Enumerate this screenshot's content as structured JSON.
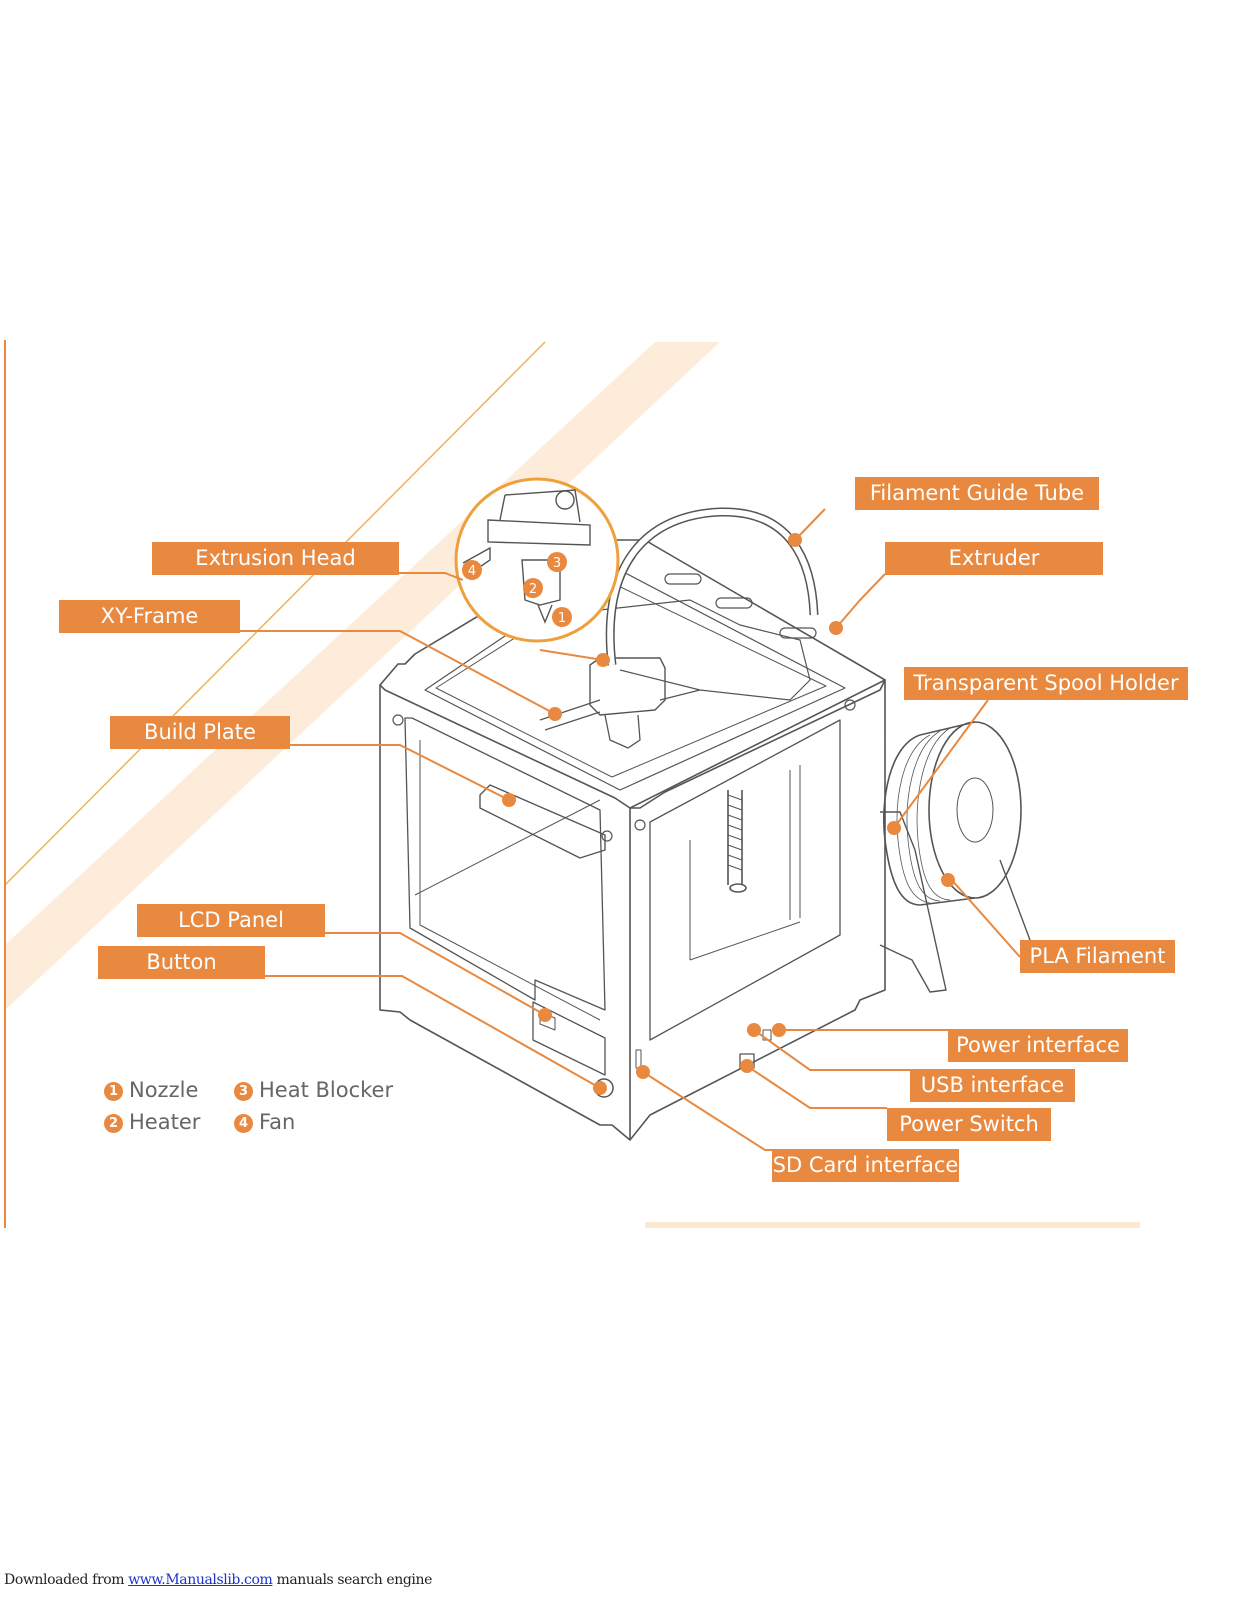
{
  "labels": {
    "filament_guide_tube": "Filament Guide Tube",
    "extrusion_head": "Extrusion Head",
    "extruder": "Extruder",
    "xy_frame": "XY-Frame",
    "transparent_spool_holder": "Transparent Spool Holder",
    "build_plate": "Build Plate",
    "lcd_panel": "LCD Panel",
    "button": "Button",
    "pla_filament": "PLA Filament",
    "power_interface": "Power interface",
    "usb_interface": "USB interface",
    "power_switch": "Power Switch",
    "sd_card_interface": "SD Card interface"
  },
  "legend": [
    {
      "num": "1",
      "text": "Nozzle"
    },
    {
      "num": "3",
      "text": "Heat Blocker"
    },
    {
      "num": "2",
      "text": "Heater"
    },
    {
      "num": "4",
      "text": "Fan"
    }
  ],
  "callout_numbers": [
    "1",
    "2",
    "3",
    "4"
  ],
  "footer": {
    "prefix": "Downloaded from ",
    "link": "www.Manualslib.com",
    "suffix": "  manuals search engine"
  },
  "colors": {
    "accent": "#e8893f",
    "accent_light": "#fde7cf",
    "line_art": "#555555"
  }
}
